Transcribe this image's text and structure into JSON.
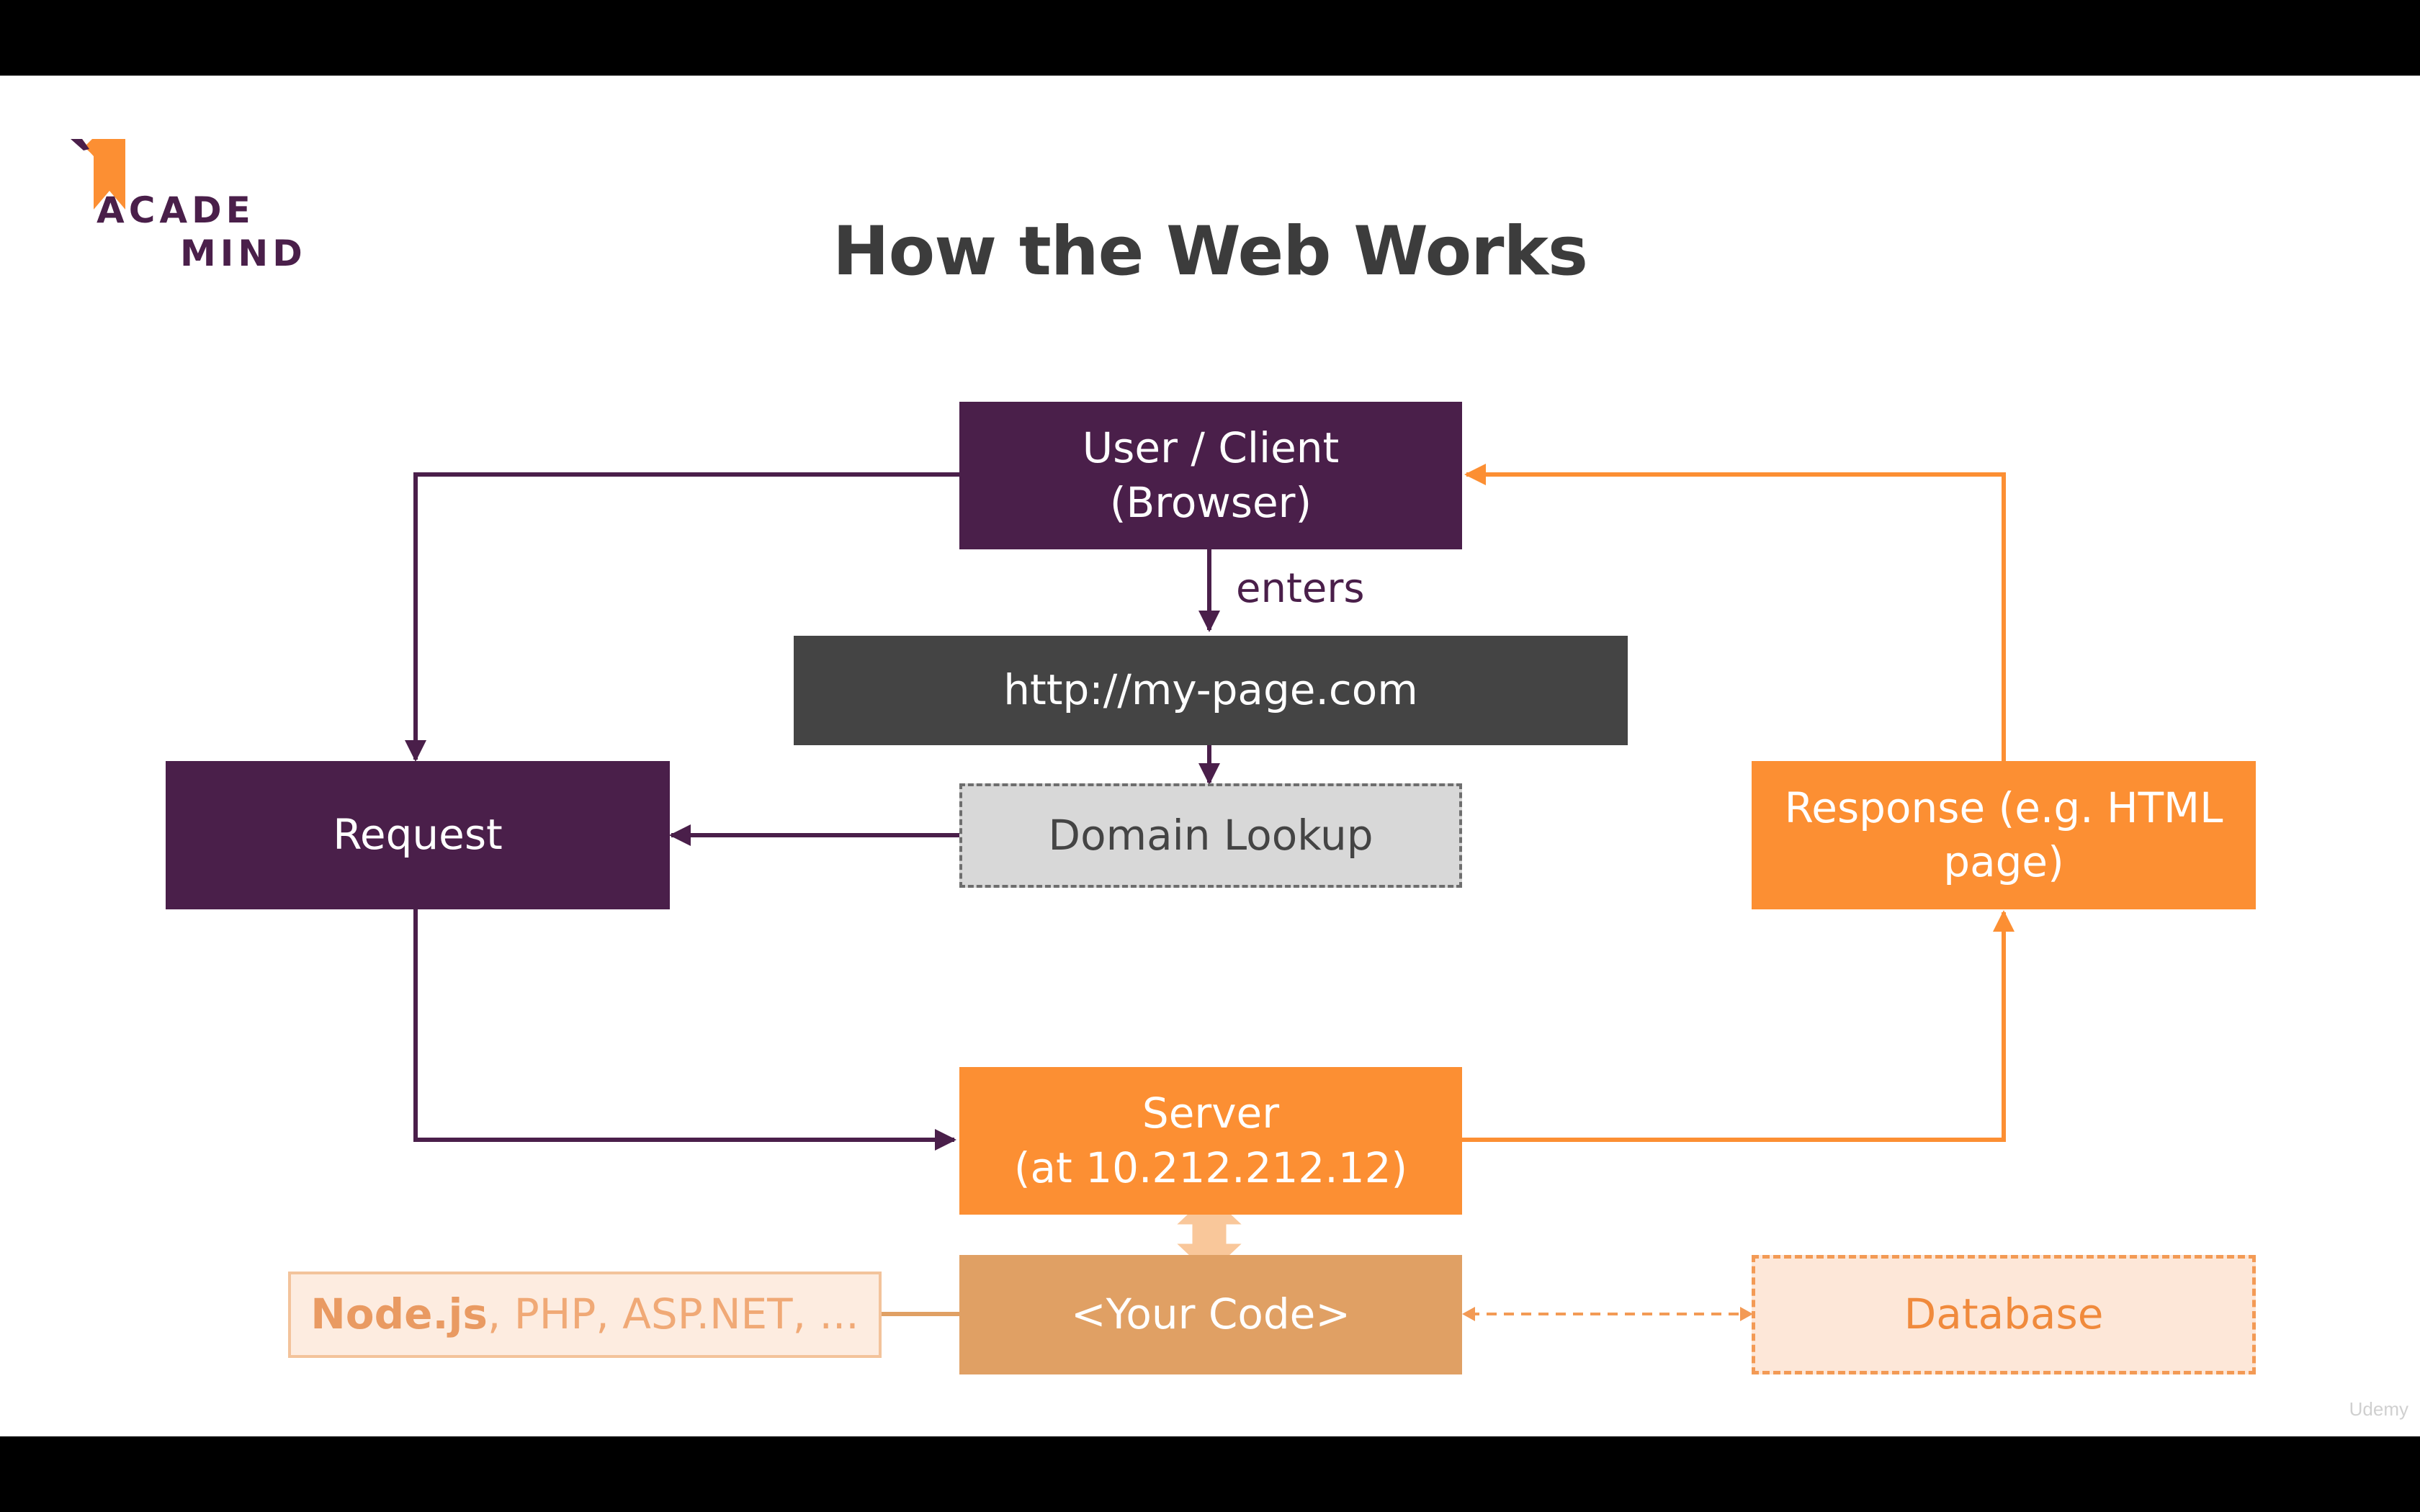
{
  "logo": {
    "line1": "ACADE",
    "line2": "MIND"
  },
  "title": "How the Web Works",
  "nodes": {
    "client_line1": "User / Client",
    "client_line2": "(Browser)",
    "enters": "enters",
    "url": "http://my-page.com",
    "lookup": "Domain Lookup",
    "request": "Request",
    "response_line1": "Response (e.g. HTML",
    "response_line2": "page)",
    "server_line1": "Server",
    "server_line2": "(at 10.212.212.12)",
    "code": "<Your Code>",
    "database": "Database",
    "langs_bold": "Node.js",
    "langs_rest": ", PHP, ASP.NET, ..."
  },
  "watermark": "Udemy",
  "colors": {
    "purple": "#4a1f4a",
    "dark": "#444444",
    "orange": "#fc8f33",
    "code": "#e0a064",
    "title": "#3c3c3c"
  }
}
